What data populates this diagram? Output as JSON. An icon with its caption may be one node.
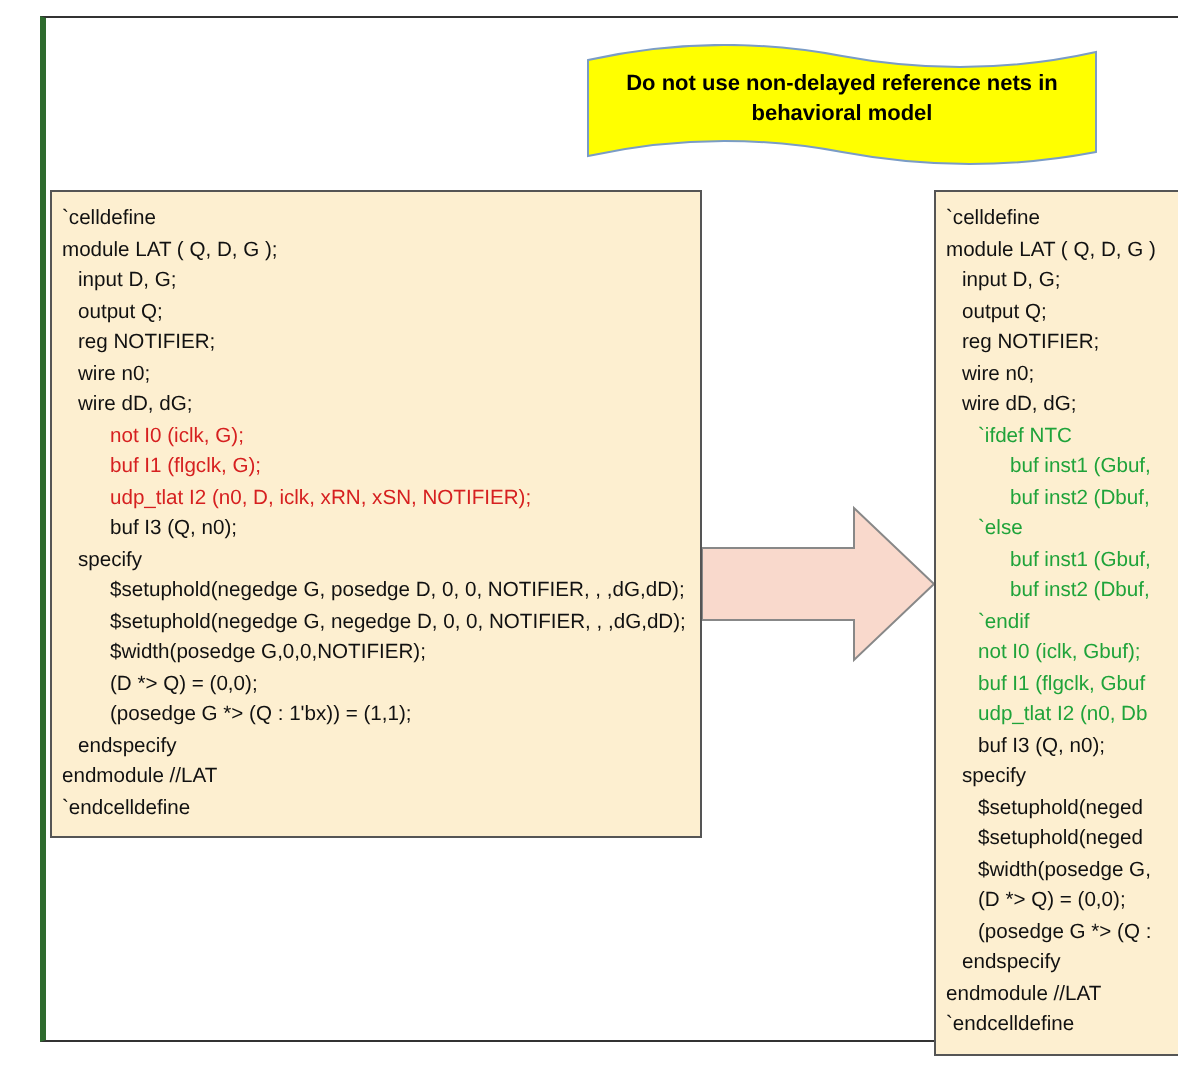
{
  "diagram": {
    "nodes": [
      {
        "text": [
          "`celldefine",
          "module LAT ( Q, D, G );",
          "input D, G;",
          "output Q;",
          "reg NOTIFIER;",
          "wire n0;",
          "wire dD, dG;",
          "not I0 (iclk, G);",
          "buf I1 (flgclk, G);",
          "udp_tlat I2 (n0, D, iclk, xRN, xSN, NOTIFIER);",
          "buf I3 (Q, n0);",
          "specify",
          "$setuphold(negedge G, posedge D, 0, 0, NOTIFIER, , ,dG,dD);",
          "$setuphold(negedge G, negedge D, 0, 0, NOTIFIER, , ,dG,dD);",
          "$width(posedge G,0,0,NOTIFIER);",
          "(D *> Q) = (0,0);",
          "(posedge G *> (Q : 1'bx)) = (1,1);",
          "endspecify",
          "endmodule //LAT",
          "`endcelldefine"
        ]
      },
      {
        "text": [
          "`celldefine",
          "module LAT ( Q, D, G )",
          "input D, G;",
          "output Q;",
          "reg NOTIFIER;",
          "wire n0;",
          "wire dD, dG;",
          "`ifdef NTC",
          "buf inst1 (Gbuf,",
          "buf inst2 (Dbuf,",
          "`else",
          "buf inst1 (Gbuf,",
          "buf inst2 (Dbuf,",
          "`endif",
          "not I0 (iclk, Gbuf);",
          "buf I1 (flgclk, Gbuf",
          "udp_tlat I2 (n0, Db",
          "buf I3 (Q, n0);",
          "specify",
          "$setuphold(neged",
          "$setuphold(neged",
          "$width(posedge G,",
          "(D *> Q) = (0,0);",
          "(posedge G *> (Q :",
          "endspecify",
          "endmodule //LAT",
          "`endcelldefine"
        ]
      },
      {
        "text": [
          "Do not use non-delayed reference nets in behavioral model"
        ]
      }
    ],
    "edges": [
      {
        "from": 0,
        "to": 1,
        "arrow": "to"
      }
    ]
  }
}
